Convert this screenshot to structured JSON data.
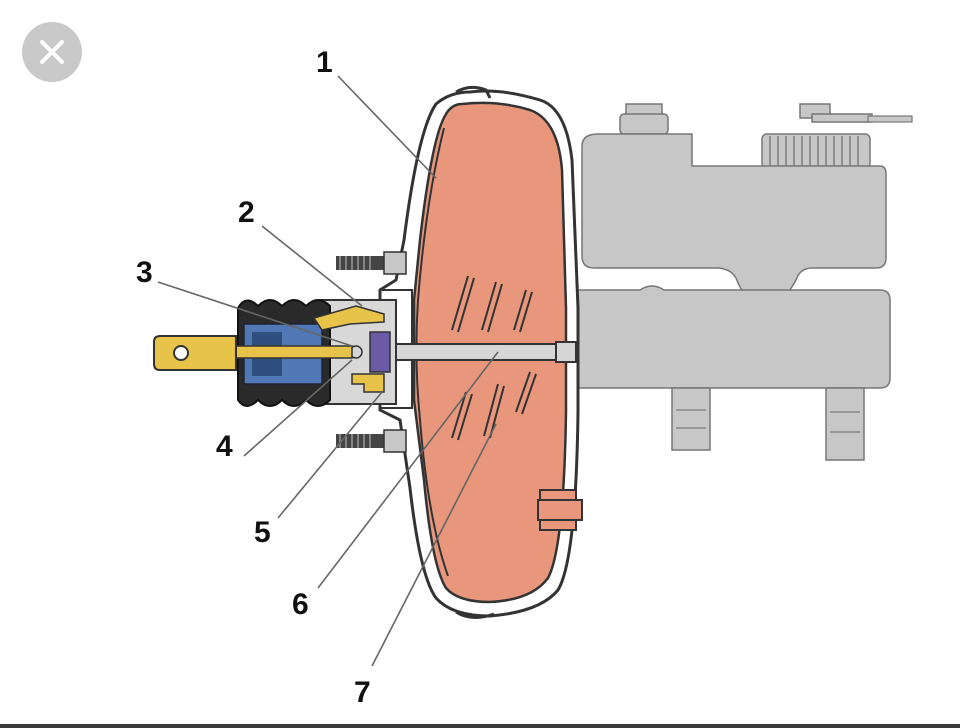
{
  "viewer": {
    "close_icon": "close-icon"
  },
  "diagram": {
    "callouts": [
      "1",
      "2",
      "3",
      "4",
      "5",
      "6",
      "7"
    ],
    "colors": {
      "chamber_fill": "#e8977c",
      "housing_stroke": "#333333",
      "master_cylinder_fill": "#c7c7c7",
      "valve_blue": "#4f78b4",
      "valve_yellow": "#e7c34a",
      "pushrod": "#d6d6d6"
    }
  }
}
